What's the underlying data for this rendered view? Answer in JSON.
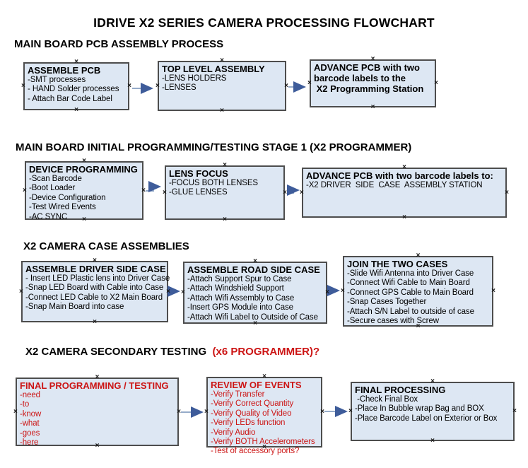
{
  "title": "IDRIVE X2  SERIES CAMERA PROCESSING FLOWCHART",
  "colors": {
    "box_fill": "#dde7f3",
    "box_border": "#4d4d4d",
    "accent_red": "#cc1414",
    "arrow_line": "#95abc9",
    "arrow_head": "#3e5c9a"
  },
  "glyphs": {
    "connection_handle": "×"
  },
  "sections": [
    {
      "header": "MAIN BOARD PCB ASSEMBLY PROCESS",
      "boxes": [
        {
          "title": "ASSEMBLE PCB",
          "lines": [
            "-SMT processes",
            "- HAND Solder processes",
            "- Attach Bar Code Label"
          ]
        },
        {
          "title": "TOP LEVEL ASSEMBLY",
          "lines": [
            "-LENS HOLDERS",
            "-LENSES"
          ]
        },
        {
          "title": "ADVANCE PCB with two",
          "lines": [
            "barcode labels to the",
            " X2 Programming Station"
          ]
        }
      ]
    },
    {
      "header": "MAIN BOARD INITIAL PROGRAMMING/TESTING STAGE 1 (X2 PROGRAMMER)",
      "boxes": [
        {
          "title": "DEVICE PROGRAMMING",
          "lines": [
            "-Scan Barcode",
            "-Boot Loader",
            "-Device Configuration",
            "-Test Wired Events",
            "-AC SYNC"
          ]
        },
        {
          "title": "LENS FOCUS",
          "lines": [
            "-FOCUS BOTH LENSES",
            "-GLUE LENSES"
          ]
        },
        {
          "title": "ADVANCE PCB with two barcode labels to:",
          "lines": [
            "-X2 DRIVER  SIDE  CASE  ASSEMBLY STATION"
          ]
        }
      ]
    },
    {
      "header": "X2 CAMERA CASE ASSEMBLIES",
      "boxes": [
        {
          "title": "ASSEMBLE DRIVER SIDE CASE",
          "lines": [
            "- Insert LED Plastic lens into Driver Case",
            "-Snap LED Board with Cable into Case",
            "-Connect LED Cable to X2 Main Board",
            "-Snap Main Board into case"
          ]
        },
        {
          "title": "ASSEMBLE ROAD SIDE CASE",
          "lines": [
            "-Attach Support Spur to Case",
            "-Attach Windshield Support",
            "-Attach Wifi Assembly to Case",
            "-Insert GPS Module into Case",
            "-Attach Wifi Label to Outside of Case"
          ]
        },
        {
          "title": "JOIN THE TWO CASES",
          "lines": [
            "-Slide Wifi Antenna into Driver Case",
            "-Connect Wifi Cable to Main Board",
            "-Connect GPS Cable to Main Board",
            "-Snap Cases Together",
            "-Attach S/N Label to outside of case",
            "-Secure cases with Screw"
          ]
        }
      ]
    },
    {
      "header": "X2 CAMERA SECONDARY TESTING  ",
      "header_suffix": "(x6 PROGRAMMER)?",
      "boxes": [
        {
          "title": "FINAL PROGRAMMING / TESTING",
          "lines": [
            "-need",
            "-to",
            "-know",
            "-what",
            "-goes",
            "-here"
          ]
        },
        {
          "title": "REVIEW OF EVENTS",
          "lines": [
            "-Verify Transfer",
            "-Verify Correct Quantity",
            "-Verify Quality of Video",
            "-Verify LEDs function",
            "-Verify Audio",
            "-Verify BOTH Accelerometers",
            "-Test of accessory ports?"
          ]
        },
        {
          "title": "FINAL PROCESSING",
          "lines": [
            " -Check Final Box",
            "-Place In Bubble wrap Bag and BOX",
            "-Place Barcode Label on Exterior or Box"
          ]
        }
      ]
    }
  ]
}
